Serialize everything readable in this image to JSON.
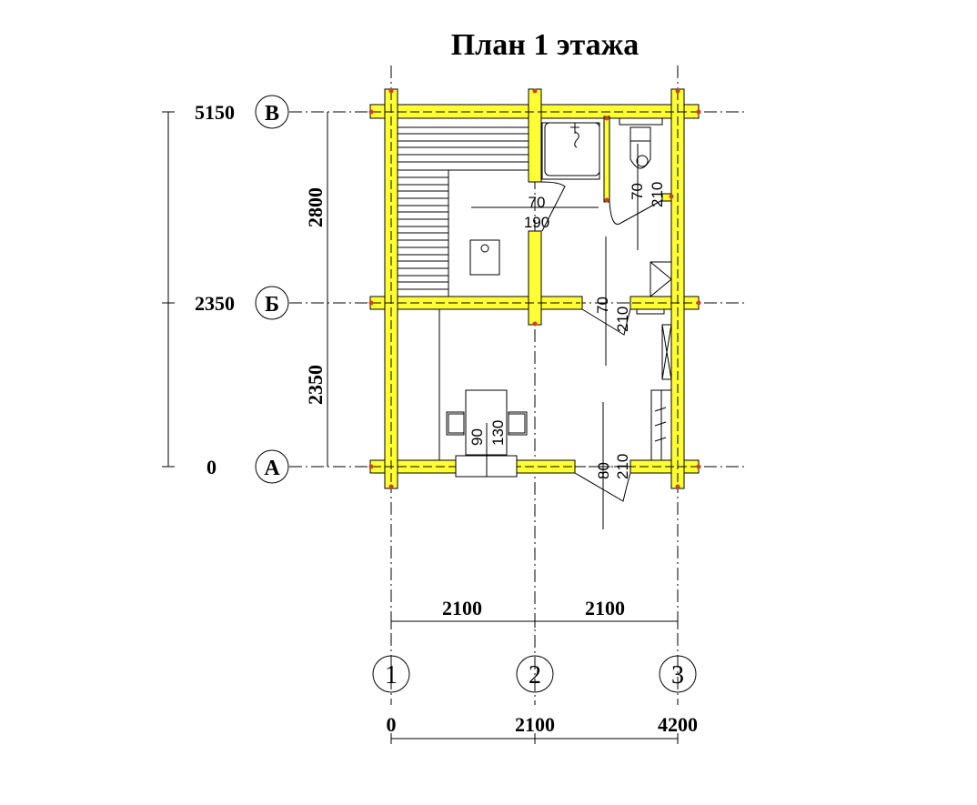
{
  "title": "План  1 этажа",
  "rows": [
    {
      "letter": "В",
      "elevation": "5150"
    },
    {
      "letter": "Б",
      "elevation": "2350"
    },
    {
      "letter": "А",
      "elevation": "0"
    }
  ],
  "row_spans": [
    "2800",
    "2350"
  ],
  "columns": [
    {
      "number": "1",
      "coordinate": "0"
    },
    {
      "number": "2",
      "coordinate": "2100"
    },
    {
      "number": "3",
      "coordinate": "4200"
    }
  ],
  "column_spans": [
    "2100",
    "2100"
  ],
  "openings": {
    "sauna_door": {
      "width": "70",
      "height": "190"
    },
    "wc_door": {
      "width": "70",
      "height": "210"
    },
    "hall_door": {
      "width": "70",
      "height": "210"
    },
    "entrance_door": {
      "width": "80",
      "height": "210"
    },
    "window": {
      "width": "90",
      "height": "130"
    }
  },
  "colors": {
    "wall": "#ffff33",
    "node": "#d04020"
  }
}
